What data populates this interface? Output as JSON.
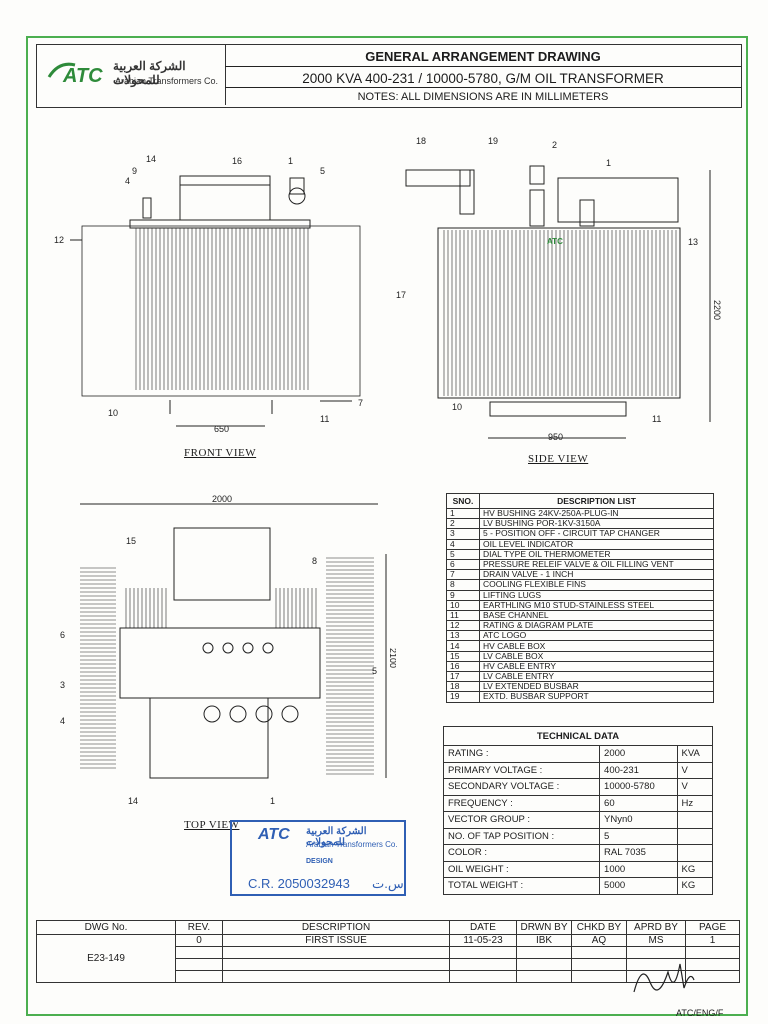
{
  "header": {
    "logo_text": "ATC",
    "company_ar": "الشركة العربية للمحولات",
    "company_en": "Arabian Transformers Co.",
    "title": "GENERAL ARRANGEMENT DRAWING",
    "subtitle": "2000 KVA 400-231 / 10000-5780, G/M OIL TRANSFORMER",
    "notes": "NOTES: ALL DIMENSIONS ARE IN MILLIMETERS"
  },
  "views": {
    "front": "FRONT VIEW",
    "side": "SIDE VIEW",
    "top": "TOP VIEW"
  },
  "dims": {
    "front_width": "650",
    "side_width": "950",
    "side_height": "2200",
    "top_width": "2000",
    "top_height": "2100"
  },
  "callouts": {
    "front": [
      "14",
      "16",
      "1",
      "5",
      "9",
      "4",
      "12",
      "10",
      "7",
      "11"
    ],
    "side": [
      "18",
      "19",
      "2",
      "1",
      "13",
      "17",
      "10",
      "11"
    ],
    "top": [
      "15",
      "8",
      "6",
      "3",
      "4",
      "5",
      "14",
      "1"
    ]
  },
  "description_list": {
    "header_sno": "SNO.",
    "header_desc": "DESCRIPTION LIST",
    "rows": [
      {
        "sno": "1",
        "desc": "HV BUSHING 24KV-250A-PLUG-IN"
      },
      {
        "sno": "2",
        "desc": "LV BUSHING POR-1KV-3150A"
      },
      {
        "sno": "3",
        "desc": "5 - POSITION OFF - CIRCUIT TAP CHANGER"
      },
      {
        "sno": "4",
        "desc": "OIL LEVEL INDICATOR"
      },
      {
        "sno": "5",
        "desc": "DIAL TYPE OIL THERMOMETER"
      },
      {
        "sno": "6",
        "desc": "PRESSURE RELEIF VALVE & OIL FILLING VENT"
      },
      {
        "sno": "7",
        "desc": "DRAIN VALVE - 1 INCH"
      },
      {
        "sno": "8",
        "desc": "COOLING FLEXIBLE FINS"
      },
      {
        "sno": "9",
        "desc": "LIFTING LUGS"
      },
      {
        "sno": "10",
        "desc": "EARTHLING M10 STUD-STAINLESS STEEL"
      },
      {
        "sno": "11",
        "desc": "BASE CHANNEL"
      },
      {
        "sno": "12",
        "desc": "RATING & DIAGRAM PLATE"
      },
      {
        "sno": "13",
        "desc": "ATC LOGO"
      },
      {
        "sno": "14",
        "desc": "HV CABLE BOX"
      },
      {
        "sno": "15",
        "desc": "LV CABLE BOX"
      },
      {
        "sno": "16",
        "desc": "HV CABLE ENTRY"
      },
      {
        "sno": "17",
        "desc": "LV CABLE ENTRY"
      },
      {
        "sno": "18",
        "desc": "LV EXTENDED BUSBAR"
      },
      {
        "sno": "19",
        "desc": "EXTD. BUSBAR SUPPORT"
      }
    ]
  },
  "technical_data": {
    "title": "TECHNICAL DATA",
    "rows": [
      {
        "label": "RATING :",
        "value": "2000",
        "unit": "KVA"
      },
      {
        "label": "PRIMARY VOLTAGE :",
        "value": "400-231",
        "unit": "V"
      },
      {
        "label": "SECONDARY VOLTAGE :",
        "value": "10000-5780",
        "unit": "V"
      },
      {
        "label": "FREQUENCY :",
        "value": "60",
        "unit": "Hz"
      },
      {
        "label": "VECTOR GROUP :",
        "value": "YNyn0",
        "unit": ""
      },
      {
        "label": "NO. OF TAP POSITION :",
        "value": "5",
        "unit": ""
      },
      {
        "label": "COLOR :",
        "value": "RAL 7035",
        "unit": ""
      },
      {
        "label": "OIL WEIGHT :",
        "value": "1000",
        "unit": "KG"
      },
      {
        "label": "TOTAL WEIGHT :",
        "value": "5000",
        "unit": "KG"
      }
    ]
  },
  "stamp": {
    "logo_text": "ATC",
    "company_ar": "الشركة العربية للمحولات",
    "company_en": "Arabian Transformers Co.",
    "dept": "DESIGN",
    "cr": "C.R. 2050032943",
    "cr_ar": "س.ت"
  },
  "title_block": {
    "h_dwg": "DWG No.",
    "h_rev": "REV.",
    "h_desc": "DESCRIPTION",
    "h_date": "DATE",
    "h_drwn": "DRWN BY",
    "h_chkd": "CHKD BY",
    "h_aprd": "APRD BY",
    "h_page": "PAGE",
    "dwg_no": "E23-149",
    "rev": "0",
    "desc": "FIRST ISSUE",
    "date": "11-05-23",
    "drwn": "IBK",
    "chkd": "AQ",
    "aprd": "MS",
    "page": "1"
  },
  "footer_code": "ATC/ENG/F",
  "colors": {
    "border": "#4caf50",
    "stamp": "#2f5fb4",
    "logo": "#2e8b3a",
    "ink": "#1c1c1c"
  }
}
